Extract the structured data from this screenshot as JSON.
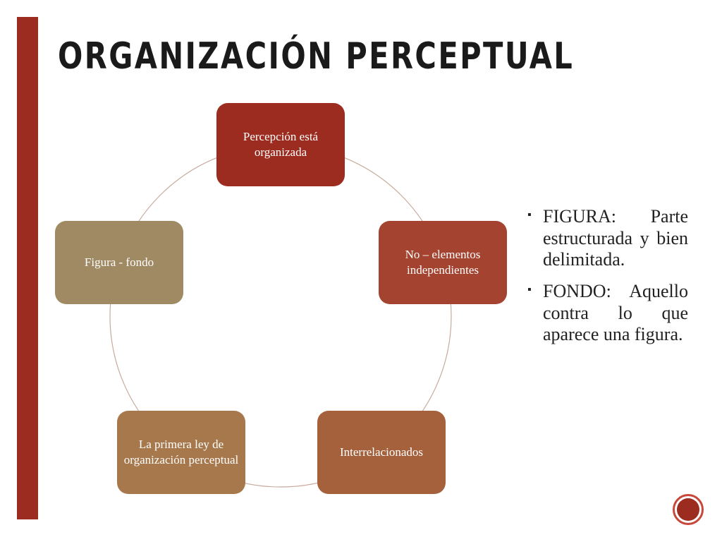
{
  "title": "ORGANIZACIÓN PERCEPTUAL",
  "colors": {
    "accent": "#9b2c1f",
    "node_1": "#9b2c1f",
    "node_2": "#a4432f",
    "node_3": "#a5613c",
    "node_4": "#a7784c",
    "node_5": "#a08a63",
    "connector": "#c7aa9c"
  },
  "diagram": {
    "type": "cycle",
    "nodes": [
      {
        "id": "n1",
        "label": "Percepción está organizada"
      },
      {
        "id": "n2",
        "label": "No – elementos independientes"
      },
      {
        "id": "n3",
        "label": "Interrelacionados"
      },
      {
        "id": "n4",
        "label": "La primera ley de organización perceptual"
      },
      {
        "id": "n5",
        "label": "Figura - fondo"
      }
    ]
  },
  "bullets": [
    {
      "mark": "▪",
      "text": "FIGURA: Parte estructurada y bien delimitada."
    },
    {
      "mark": "▪",
      "text": "FONDO: Aquello contra lo que aparece una figura."
    }
  ],
  "badge_icon": "circle-badge-icon"
}
